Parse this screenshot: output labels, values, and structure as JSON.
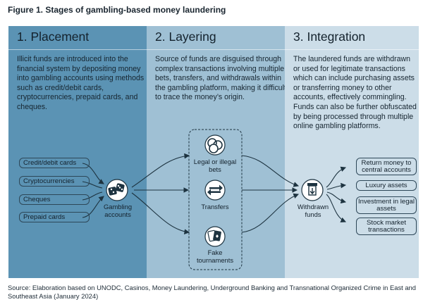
{
  "figure_title": "Figure 1. Stages of gambling-based money laundering",
  "stages": [
    {
      "title": "1. Placement",
      "description": "Illicit funds are introduced into the financial system by depositing money into gambling accounts using methods such as credit/debit cards, cryptocurrencies, prepaid cards, and cheques."
    },
    {
      "title": "2. Layering",
      "description": "Source of funds are disguised through complex transactions involving multiple bets, transfers, and withdrawals within the gambling platform, making it difficult to trace the money’s origin."
    },
    {
      "title": "3. Integration",
      "description": "The laundered funds are withdrawn or used for legitimate transactions which can include purchasing assets or transferring money to other accounts, effectively commingling.  Funds can also be further obfuscated by being processed through multiple online gambling platforms."
    }
  ],
  "sources": [
    "Credit/debit cards",
    "Cryptocurrencies",
    "Cheques",
    "Prepaid cards"
  ],
  "gambling_node": "Gambling accounts",
  "layering_nodes": [
    "Legal or illegal bets",
    "Transfers",
    "Fake tournaments"
  ],
  "withdrawn_node": "Withdrawn funds",
  "outcomes": [
    "Return money to central accounts",
    "Luxury assets",
    "Investment in legal assets",
    "Stock market transactions"
  ],
  "footer": "Source: Elaboration based on UNODC, Casinos, Money Laundering, Underground Banking and Transnational Organized Crime in East and Southeast Asia (January 2024)",
  "colors": {
    "placement": "#5b93b4",
    "layering": "#9fc0d4",
    "integration": "#ccdde8",
    "line": "#1d3340"
  },
  "icons": [
    "dice-icon",
    "poker-chips-icon",
    "transfer-arrows-icon",
    "playing-cards-icon",
    "atm-withdrawal-icon"
  ]
}
